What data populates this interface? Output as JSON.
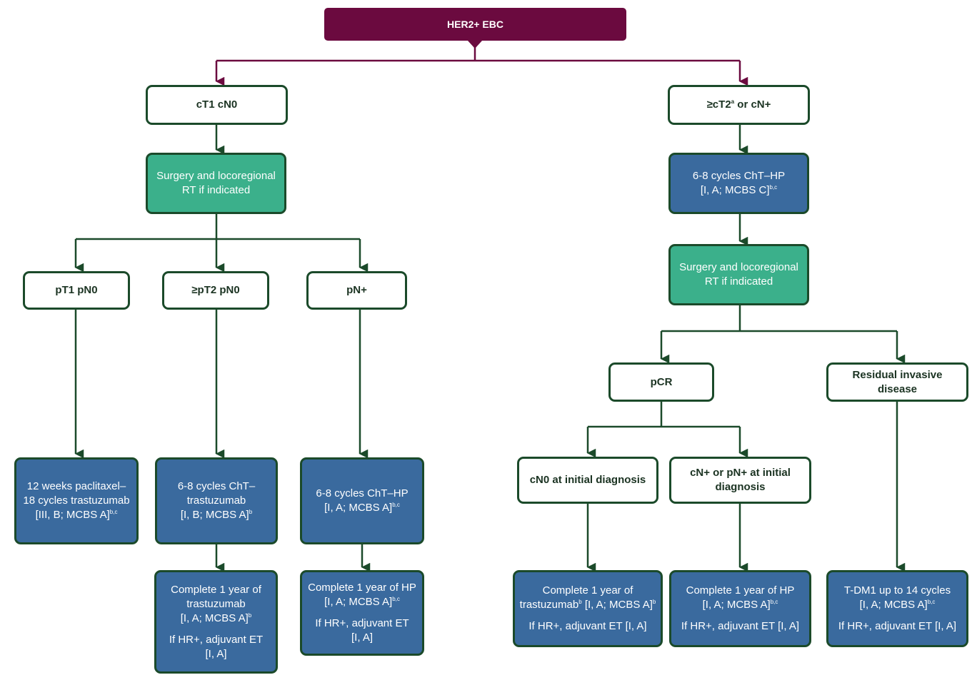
{
  "root": {
    "label": "HER2+ EBC"
  },
  "left": {
    "stage": {
      "main": "cT1 cN0"
    },
    "surgery": {
      "line1": "Surgery and locoregional",
      "line2": "RT if indicated"
    },
    "pt1": {
      "label": "pT1 pN0"
    },
    "pt2": {
      "label": "≥pT2 pN0"
    },
    "pn": {
      "label": "pN+"
    },
    "tx_pt1": {
      "line1": "12 weeks paclitaxel–",
      "line2": "18 cycles trastuzumab",
      "line3": "[III, B; MCBS A]",
      "sup": "b,c"
    },
    "tx_pt2": {
      "line1": "6-8 cycles ChT–",
      "line2": "trastuzumab",
      "line3": "[I, B; MCBS A]",
      "sup": "b"
    },
    "tx_pn": {
      "line1": "6-8 cycles ChT–HP",
      "line2": "[I, A; MCBS A]",
      "sup": "b,c"
    },
    "fu_pt2": {
      "line1": "Complete 1 year of",
      "line2": "trastuzumab",
      "line3": "[I, A; MCBS A]",
      "sup": "b",
      "line4": "If HR+, adjuvant ET",
      "line5": "[I, A]"
    },
    "fu_pn": {
      "line1": "Complete 1 year of HP",
      "line2": "[I, A; MCBS A]",
      "sup": "b,c",
      "line3": "If HR+, adjuvant ET",
      "line4": "[I, A]"
    }
  },
  "right": {
    "stage": {
      "prefix": "≥cT2",
      "sup": "a",
      "suffix": " or cN+"
    },
    "neo": {
      "line1": "6-8 cycles ChT–HP",
      "line2": "[I, A; MCBS C]",
      "sup": "b,c"
    },
    "surgery": {
      "line1": "Surgery and locoregional",
      "line2": "RT if indicated"
    },
    "pcr": {
      "label": "pCR"
    },
    "residual": {
      "label": "Residual invasive disease"
    },
    "cn0": {
      "label": "cN0 at initial diagnosis"
    },
    "cnplus": {
      "line1": "cN+ or pN+ at initial",
      "line2": "diagnosis"
    },
    "fu_cn0": {
      "line1": "Complete 1 year of",
      "line2a": "trastuzumab",
      "sup1": "b",
      "line2b": " [I, A; MCBS A]",
      "sup2": "b",
      "line3": "If HR+, adjuvant ET [I, A]"
    },
    "fu_cnplus": {
      "line1": "Complete 1 year of HP",
      "line2": "[I, A; MCBS A]",
      "sup": "b,c",
      "line3": "If HR+, adjuvant ET [I, A]"
    },
    "fu_residual": {
      "line1": "T-DM1 up to 14 cycles",
      "line2": "[I, A; MCBS A]",
      "sup": "b,c",
      "line3": "If HR+, adjuvant ET [I, A]"
    }
  },
  "colors": {
    "root": "#6b0a3f",
    "connector": "#1b4a2a",
    "green": "#3bb08b",
    "blue": "#3a6a9e"
  }
}
